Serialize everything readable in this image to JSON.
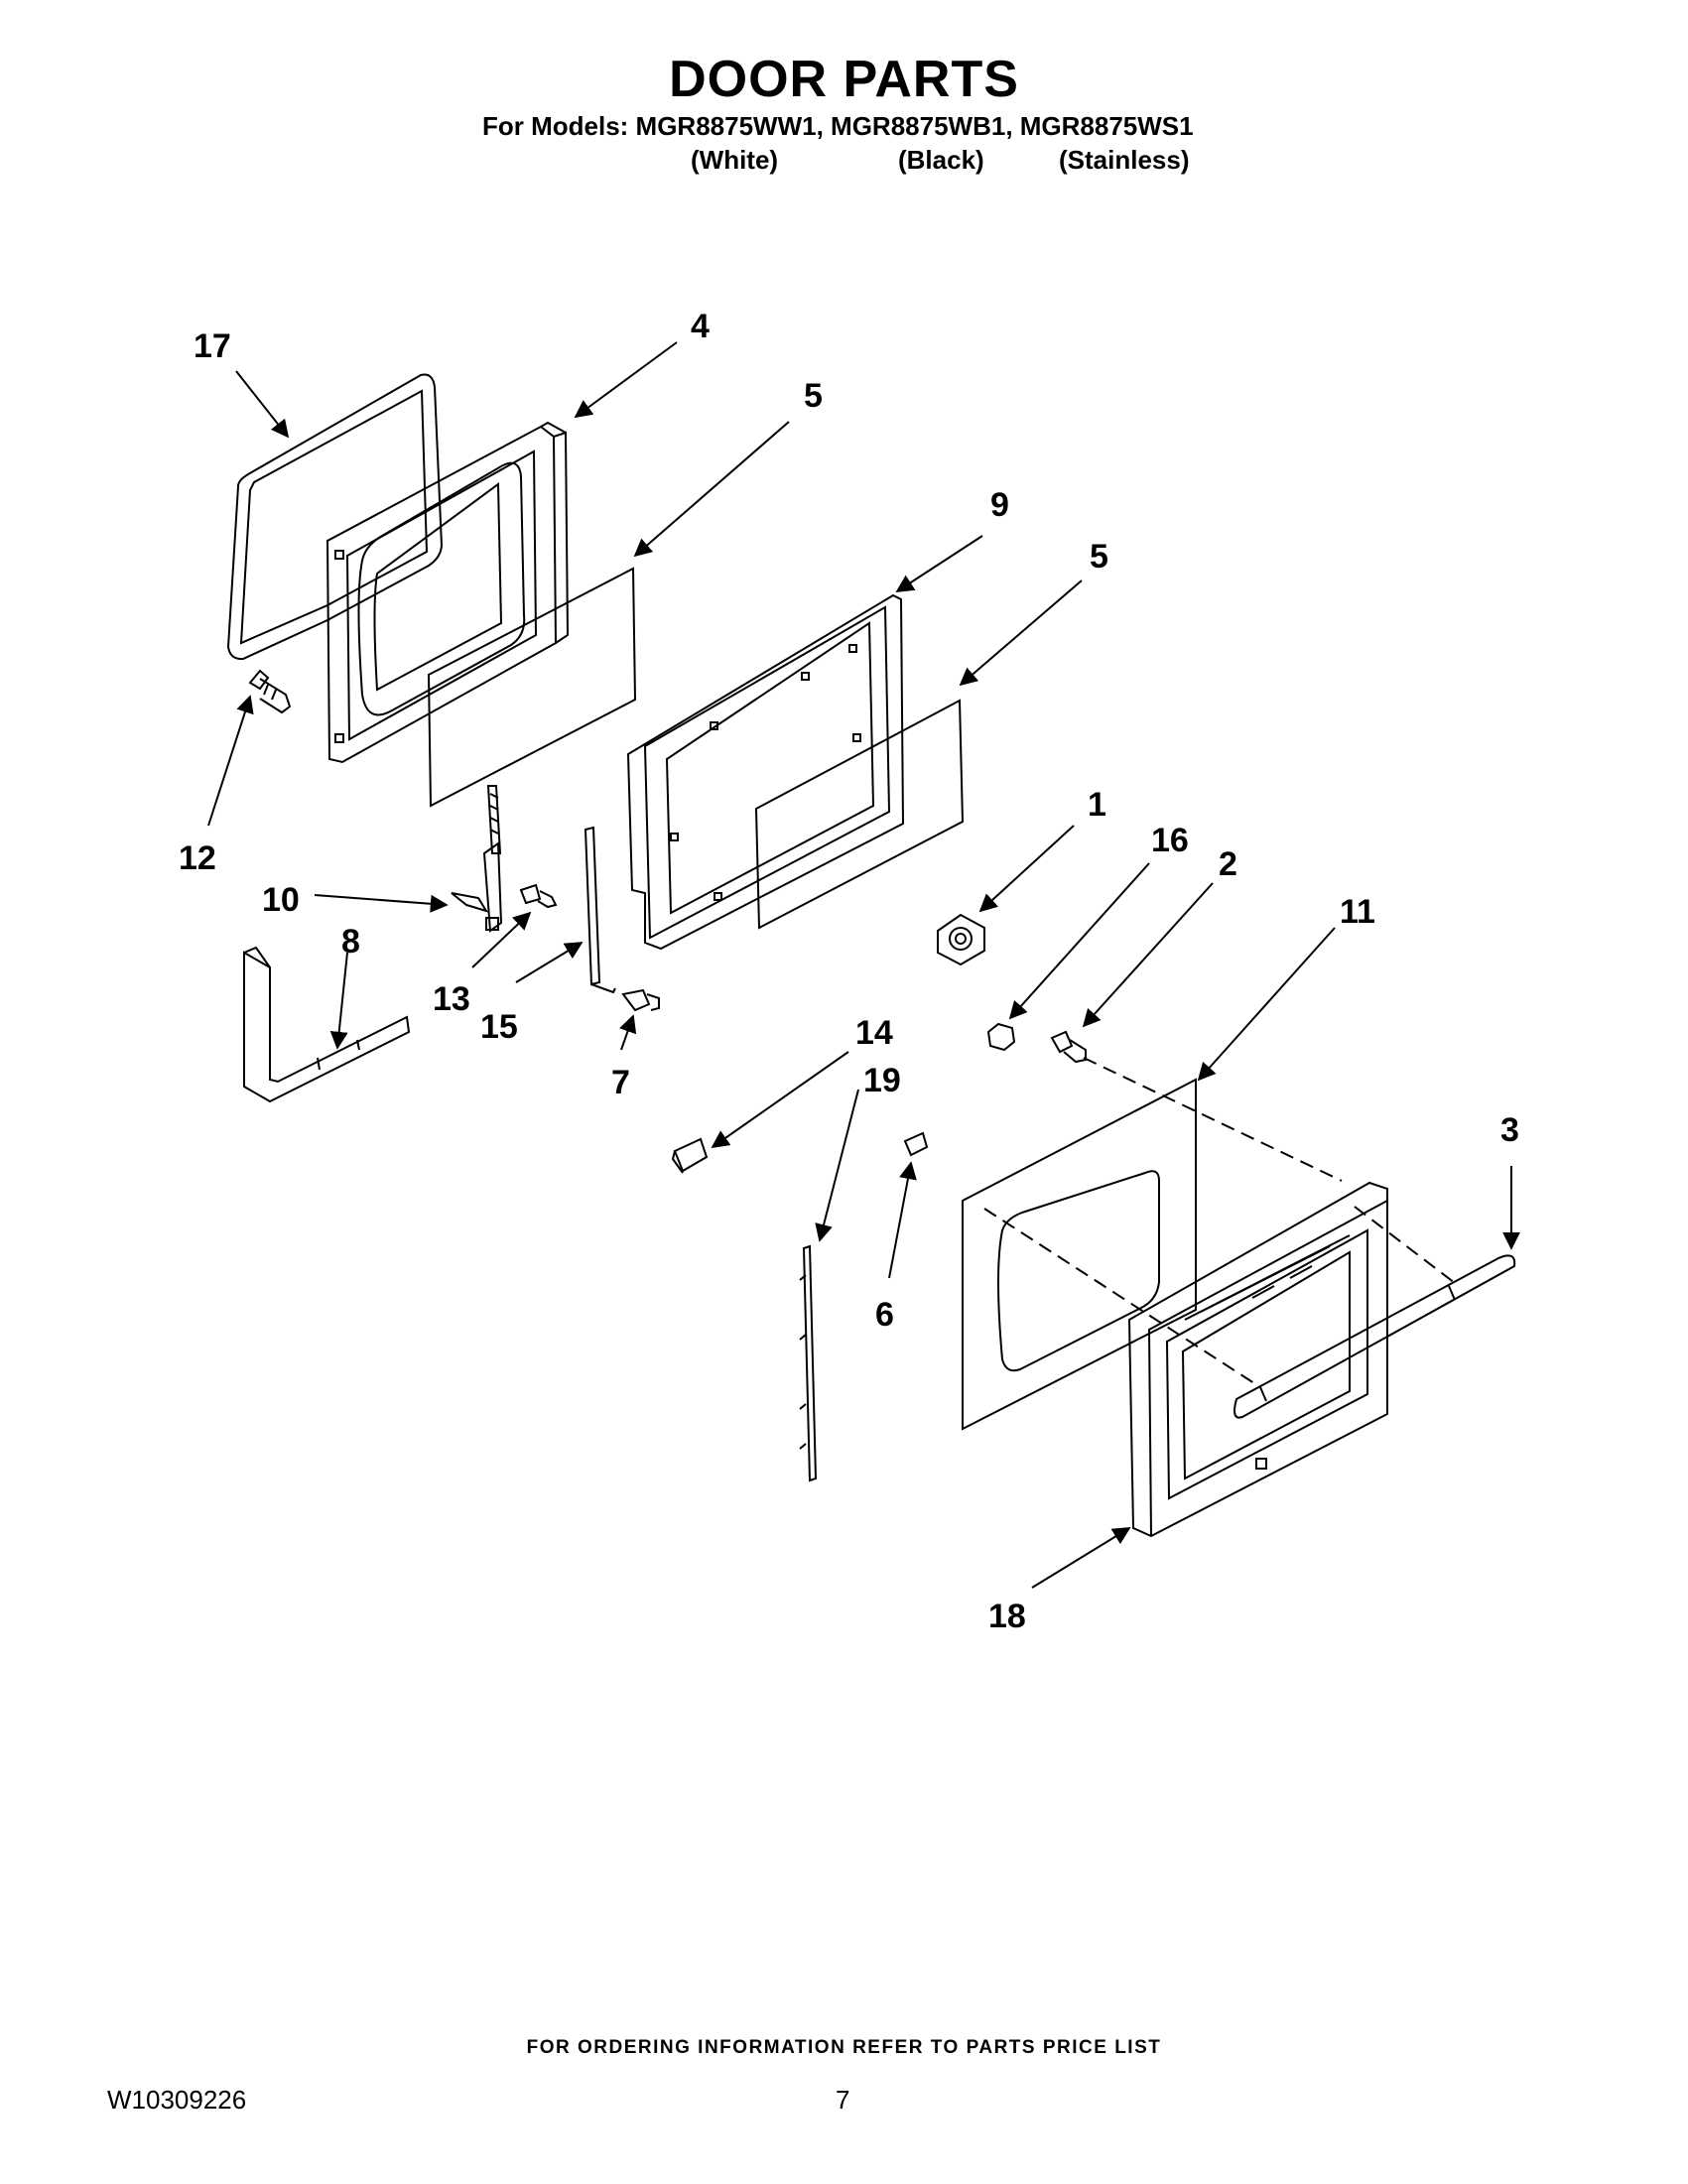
{
  "header": {
    "title": "DOOR PARTS",
    "models_line": "For Models: MGR8875WW1, MGR8875WB1, MGR8875WS1",
    "variants": [
      "(White)",
      "(Black)",
      "(Stainless)"
    ]
  },
  "callouts": {
    "c17": "17",
    "c4": "4",
    "c5a": "5",
    "c9": "9",
    "c5b": "5",
    "c12": "12",
    "c10": "10",
    "c1": "1",
    "c16": "16",
    "c2": "2",
    "c11": "11",
    "c8": "8",
    "c13": "13",
    "c15": "15",
    "c7": "7",
    "c14": "14",
    "c19": "19",
    "c3": "3",
    "c6": "6",
    "c18": "18"
  },
  "footer": {
    "ordering_note": "FOR ORDERING INFORMATION REFER TO PARTS PRICE LIST",
    "document_number": "W10309226",
    "page_number": "7"
  }
}
